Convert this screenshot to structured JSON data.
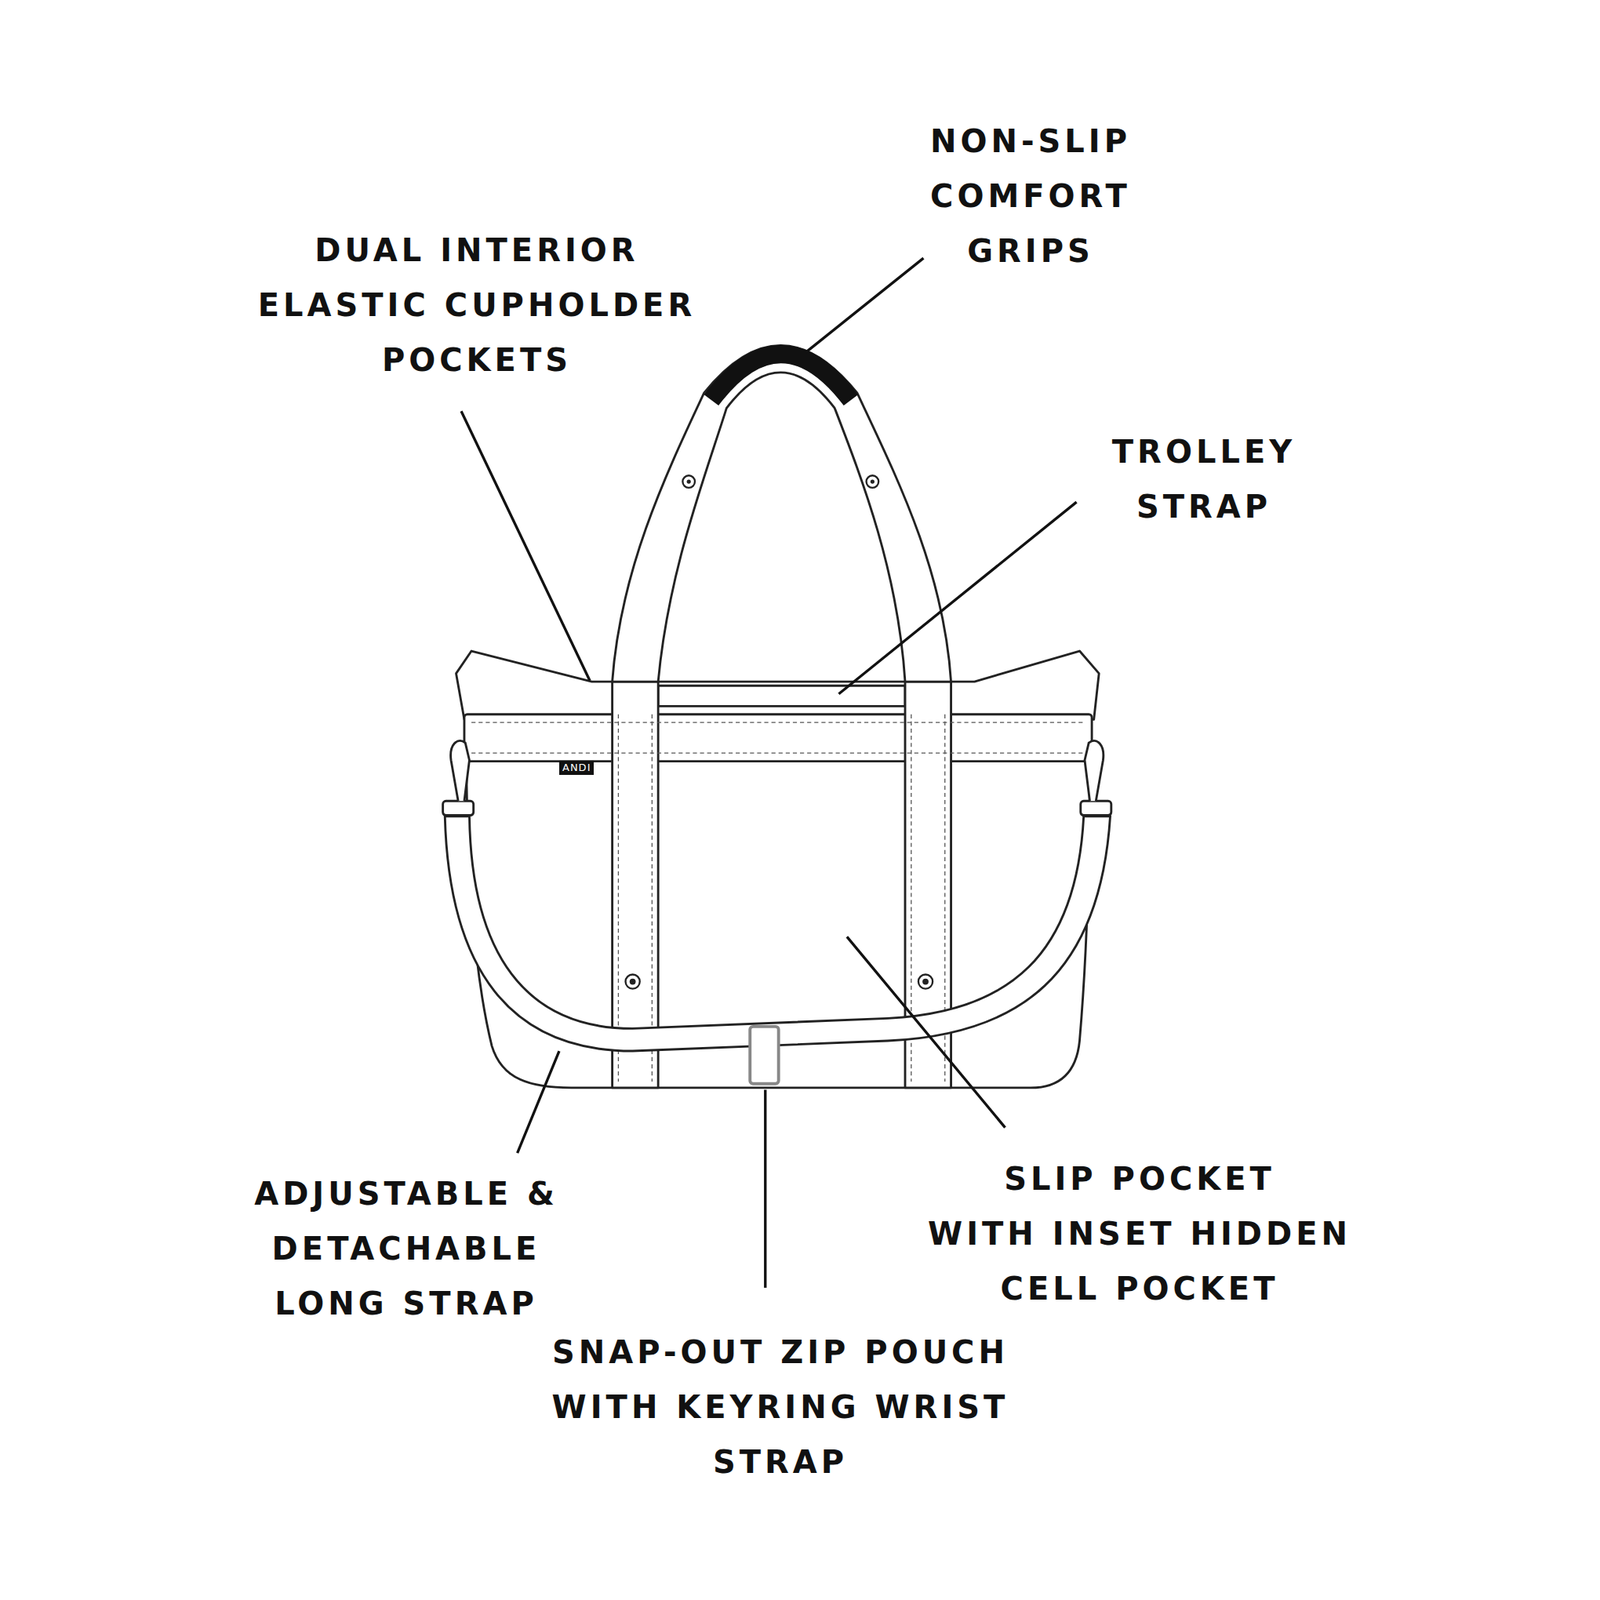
{
  "diagram": {
    "labels": [
      "NON-SLIP COMFORT GRIPS",
      "DUAL INTERIOR ELASTIC CUPHOLDER POCKETS",
      "TROLLEY STRAP",
      "ANDI",
      "ADJUSTABLE & DETACHABLE LONG STRAP",
      "SLIP POCKET WITH INSET HIDDEN CELL POCKET",
      "SNAP-OUT ZIP POUCH WITH KEYRING WRIST STRAP"
    ]
  }
}
